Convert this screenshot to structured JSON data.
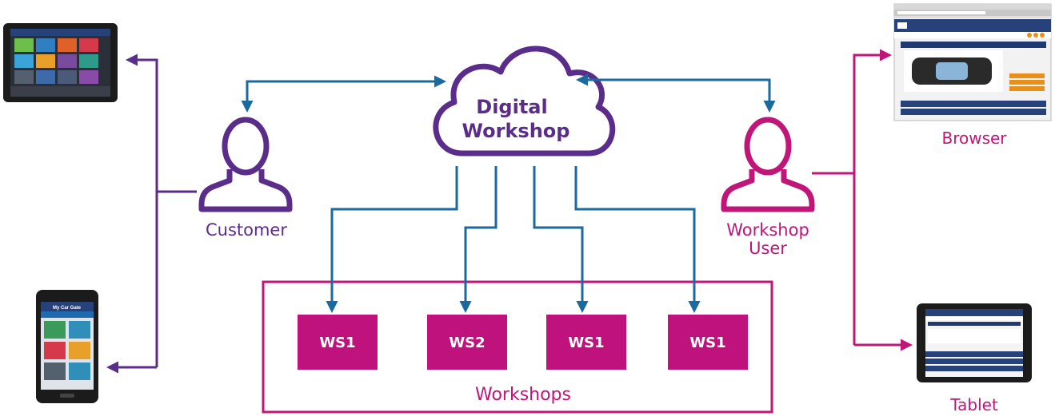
{
  "cloud": {
    "line1": "Digital",
    "line2": "Workshop"
  },
  "actors": {
    "customer": "Customer",
    "workshop_user_line1": "Workshop",
    "workshop_user_line2": "User"
  },
  "devices": {
    "browser": "Browser",
    "tablet": "Tablet"
  },
  "workshops": {
    "label": "Workshops",
    "items": [
      "WS1",
      "WS2",
      "WS1",
      "WS1"
    ]
  },
  "phone_app": {
    "title": "My Car Gate"
  },
  "colors": {
    "purple": "#5b2d8a",
    "magenta": "#c0167a",
    "blue": "#1a6aa0",
    "ws_box": "#c0127c",
    "screen_navy": "#27417a"
  }
}
